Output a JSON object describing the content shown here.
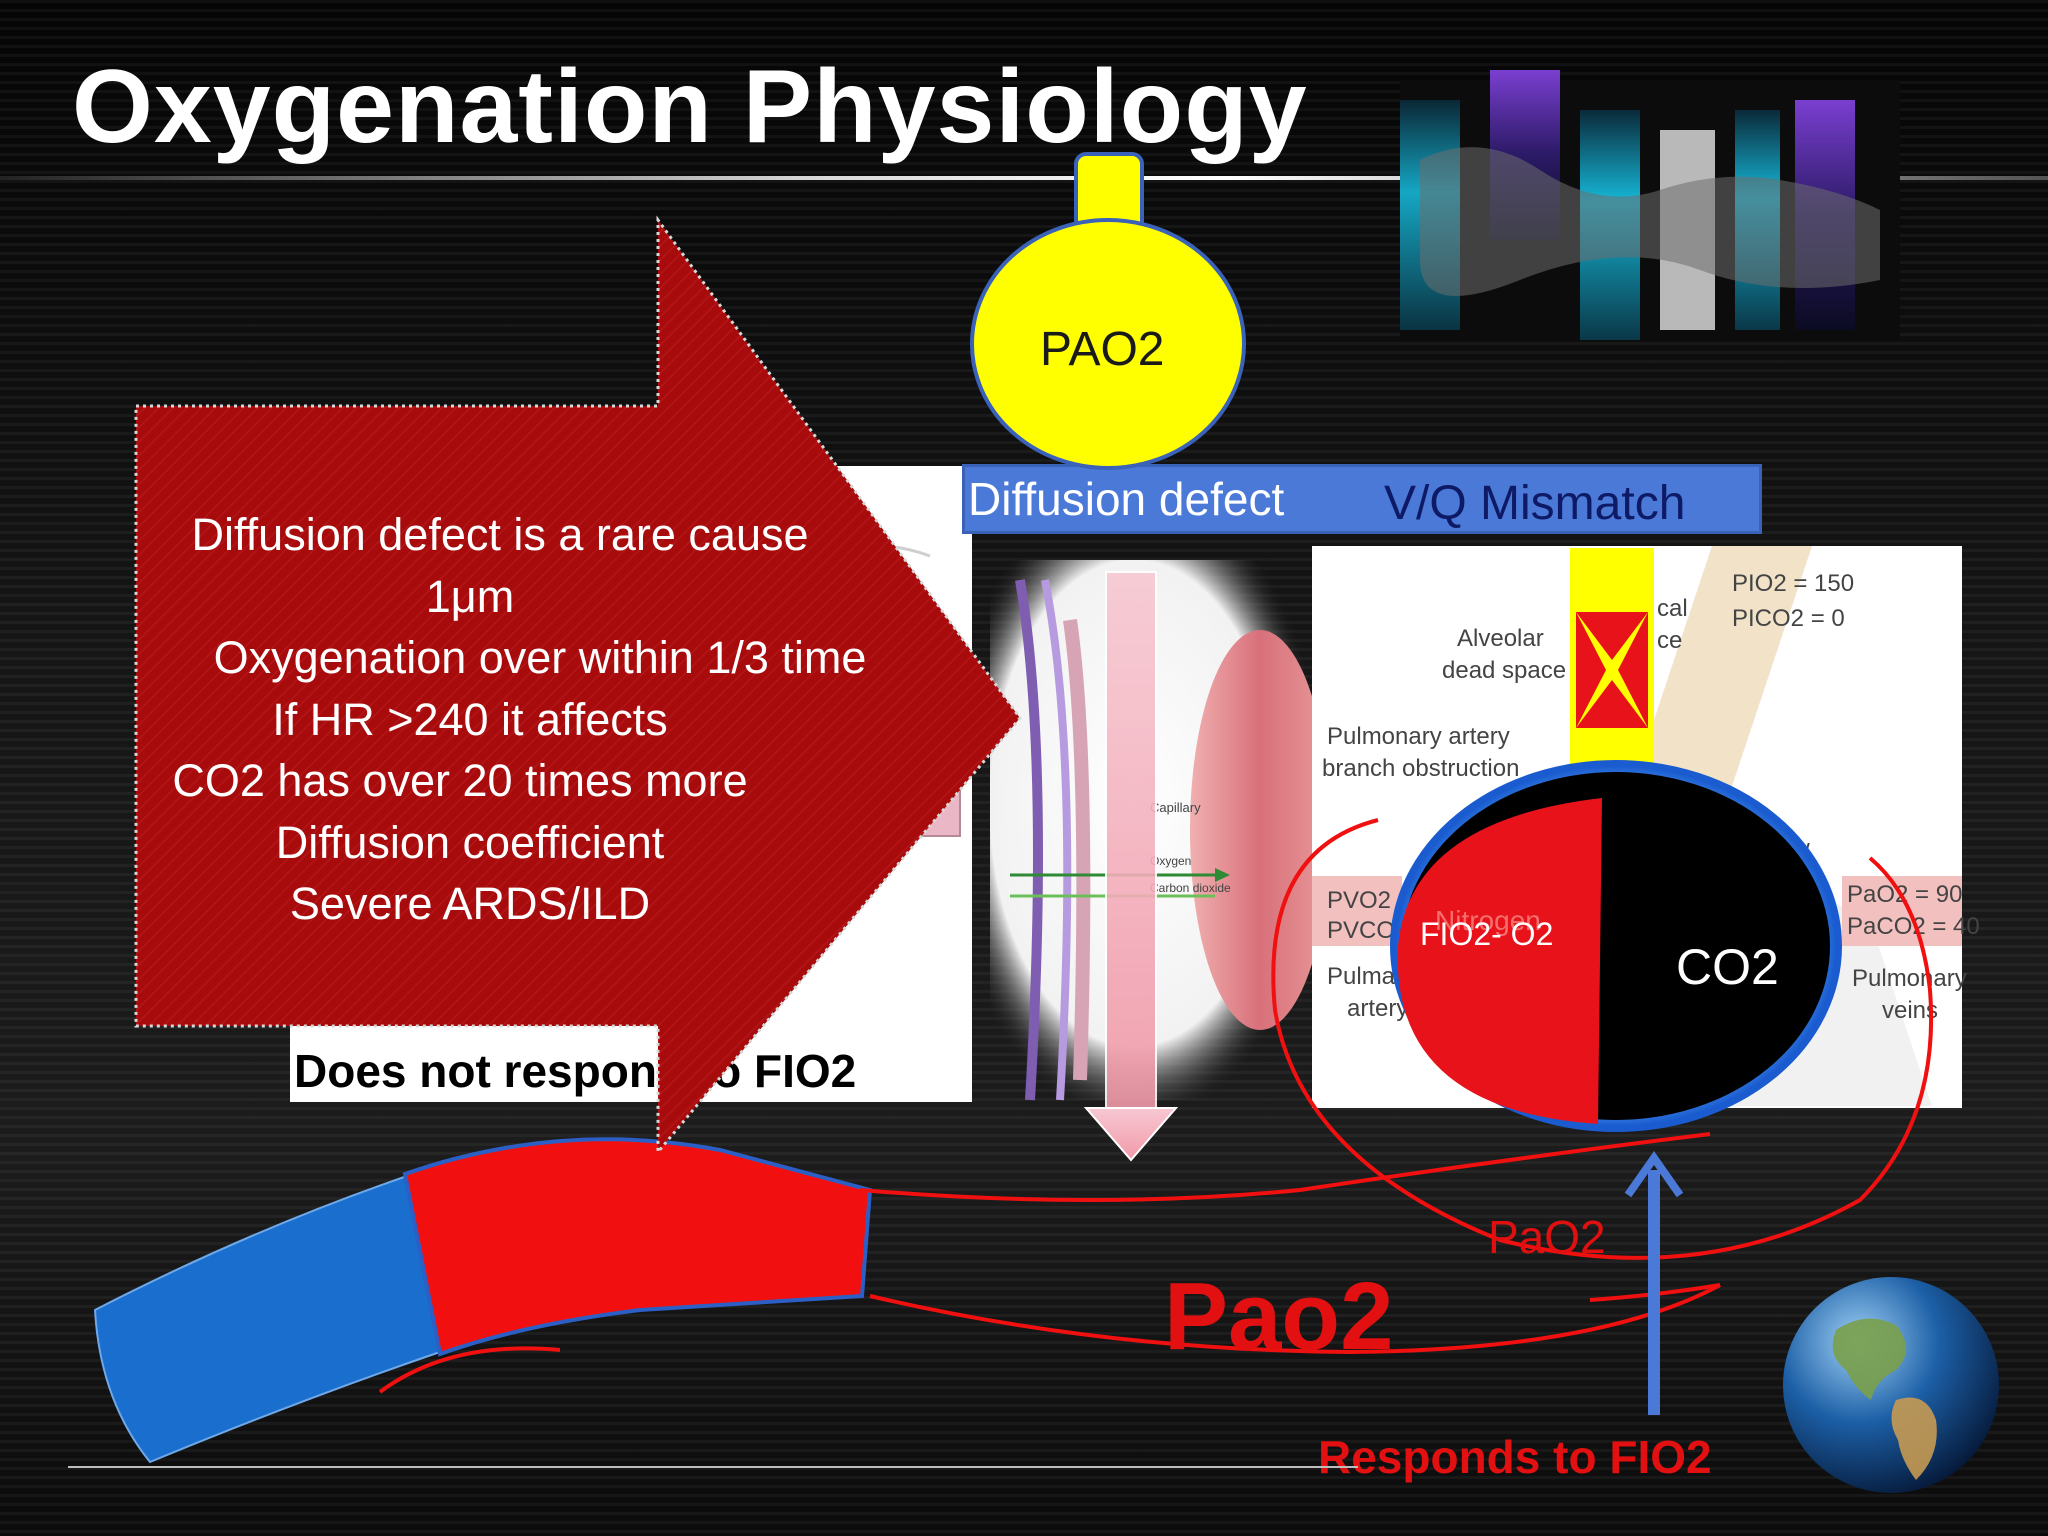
{
  "slide": {
    "title": "Oxygenation Physiology",
    "pao2_label": "PAO2",
    "diffusion_label": "Diffusion defect",
    "vq_label": "V/Q Mismatch",
    "does_not_respond": "Does not respond to FIO2",
    "fio2_o2_label": "FIO2- O2",
    "co2_label": "CO2",
    "pao2_small": "PaO2",
    "pao2_big": "Pao2",
    "responds": "Responds to FIO2"
  },
  "arrow_callout": {
    "lines": [
      "Diffusion defect is a rare cause",
      "1μm",
      " Oxygenation over within 1/3 time",
      "If HR >240 it affects",
      "CO2 has over 20 times more",
      "Diffusion coefficient",
      "Severe ARDS/ILD"
    ]
  },
  "mid_image": {
    "labels": [
      "Capillary",
      "Oxygen",
      "Carbon dioxide"
    ]
  },
  "right_image": {
    "labels": {
      "pio2": "PIO2 = 150",
      "pico2": "PICO2 = 0",
      "alveolar": "Alveolar",
      "dead_space": "dead space",
      "pa_branch_1": "Pulmonary artery",
      "pa_branch_2": "branch obstruction",
      "pvo2": "PVO2 =",
      "pvco2": "PVCO2",
      "pulm_artery_1": "Pulma",
      "pulm_artery_2": "artery",
      "pao2_90": "PaO2 = 90",
      "paco2_40": "PaCO2 = 40",
      "pulm_veins_1": "Pulmonary",
      "pulm_veins_2": "veins",
      "flow": "flow",
      "nitrogen": "Nitrogen",
      "cal": "cal",
      "ce": "ce"
    }
  },
  "colors": {
    "arrow": "#a70b0b",
    "blue_bar": "#4a79d8",
    "yellow": "#ffff00",
    "red": "#e8131a",
    "vein_blue": "#1a6fce",
    "annotation_red": "#e01010"
  }
}
